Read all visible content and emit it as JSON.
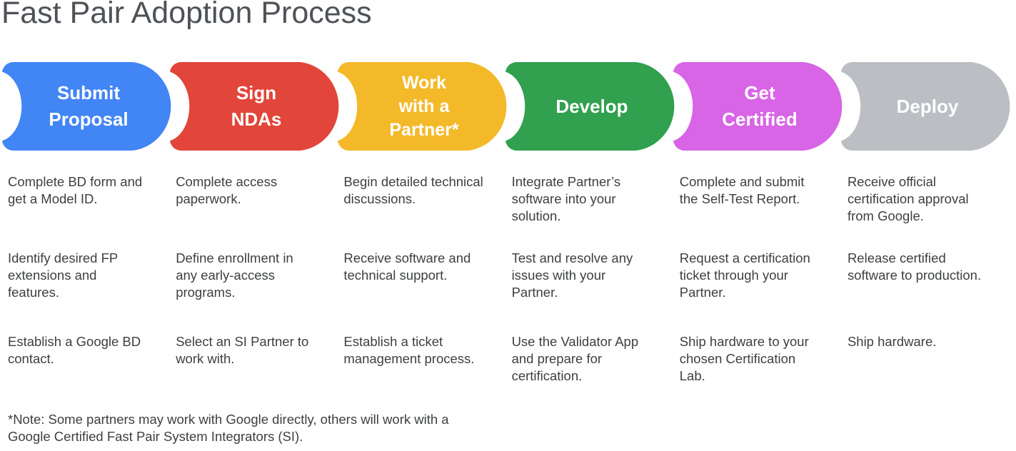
{
  "title": "Fast Pair Adoption Process",
  "note": "*Note: Some partners may work with Google directly, others will work with a\nGoogle Certified Fast Pair System Integrators (SI).",
  "colors": {
    "blue": "#4285F4",
    "red": "#E2453A",
    "yellow": "#F3B929",
    "green": "#31A04F",
    "magenta": "#D765E6",
    "gray": "#BBBEC3",
    "label_text": "#FFFFFF",
    "body_text": "#3D4043",
    "title_text": "#4E5257"
  },
  "steps": [
    {
      "label": "Submit\nProposal",
      "color": "#4285F4",
      "items": [
        "Complete BD form and get a Model ID.",
        "Identify desired FP extensions and features.",
        "Establish a Google BD contact."
      ]
    },
    {
      "label": "Sign\nNDAs",
      "color": "#E2453A",
      "items": [
        "Complete access paperwork.",
        "Define enrollment in any early-access programs.",
        "Select an SI Partner to work with."
      ]
    },
    {
      "label": "Work\nwith a\nPartner*",
      "color": "#F3B929",
      "items": [
        "Begin detailed technical discussions.",
        "Receive software and technical support.",
        "Establish a ticket management process."
      ]
    },
    {
      "label": "Develop",
      "color": "#31A04F",
      "items": [
        "Integrate Partner’s software into your solution.",
        "Test and resolve any issues with your Partner.",
        "Use the Validator App and prepare for certification."
      ]
    },
    {
      "label": "Get\nCertified",
      "color": "#D765E6",
      "items": [
        "Complete and submit the Self-Test Report.",
        "Request a certification ticket through your Partner.",
        "Ship hardware to your chosen Certification Lab."
      ]
    },
    {
      "label": "Deploy",
      "color": "#BBBEC3",
      "items": [
        "Receive official certification approval from Google.",
        "Release certified software to production.",
        "Ship hardware."
      ]
    }
  ]
}
